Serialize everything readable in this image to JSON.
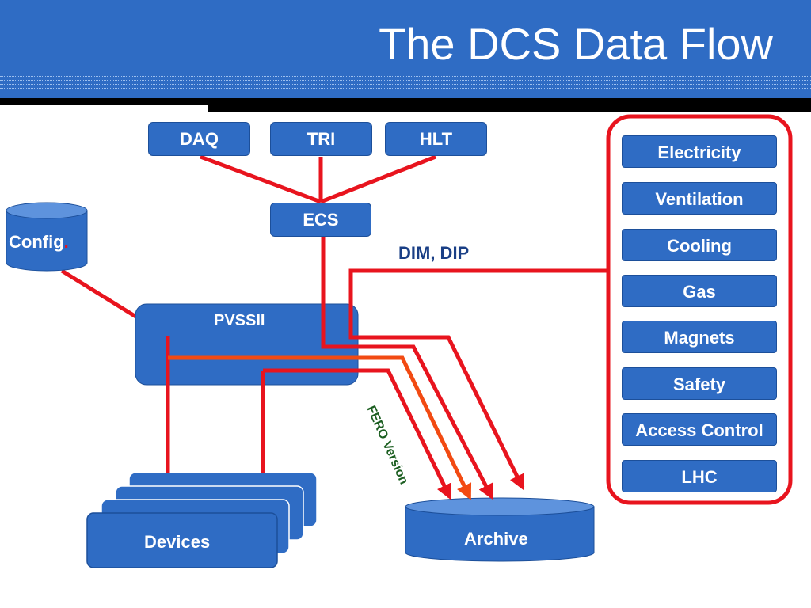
{
  "title": "The DCS Data Flow",
  "control_nodes": [
    "DAQ",
    "TRI",
    "HLT"
  ],
  "ecs_label": "ECS",
  "config_label": "Config",
  "config_dot": ".",
  "pvss_label": "PVSSII",
  "protocol_label": "DIM, DIP",
  "fero_label": "FERO Version",
  "devices_label": "Devices",
  "archive_label": "Archive",
  "external_systems": [
    "Electricity",
    "Ventilation",
    "Cooling",
    "Gas",
    "Magnets",
    "Safety",
    "Access Control",
    "LHC"
  ],
  "colors": {
    "header_blue": "#2f6cc4",
    "box_blue": "#2f6cc4",
    "line_red": "#e8141e",
    "fero_orange": "#f24a12",
    "label_text": "#1a3f86"
  }
}
